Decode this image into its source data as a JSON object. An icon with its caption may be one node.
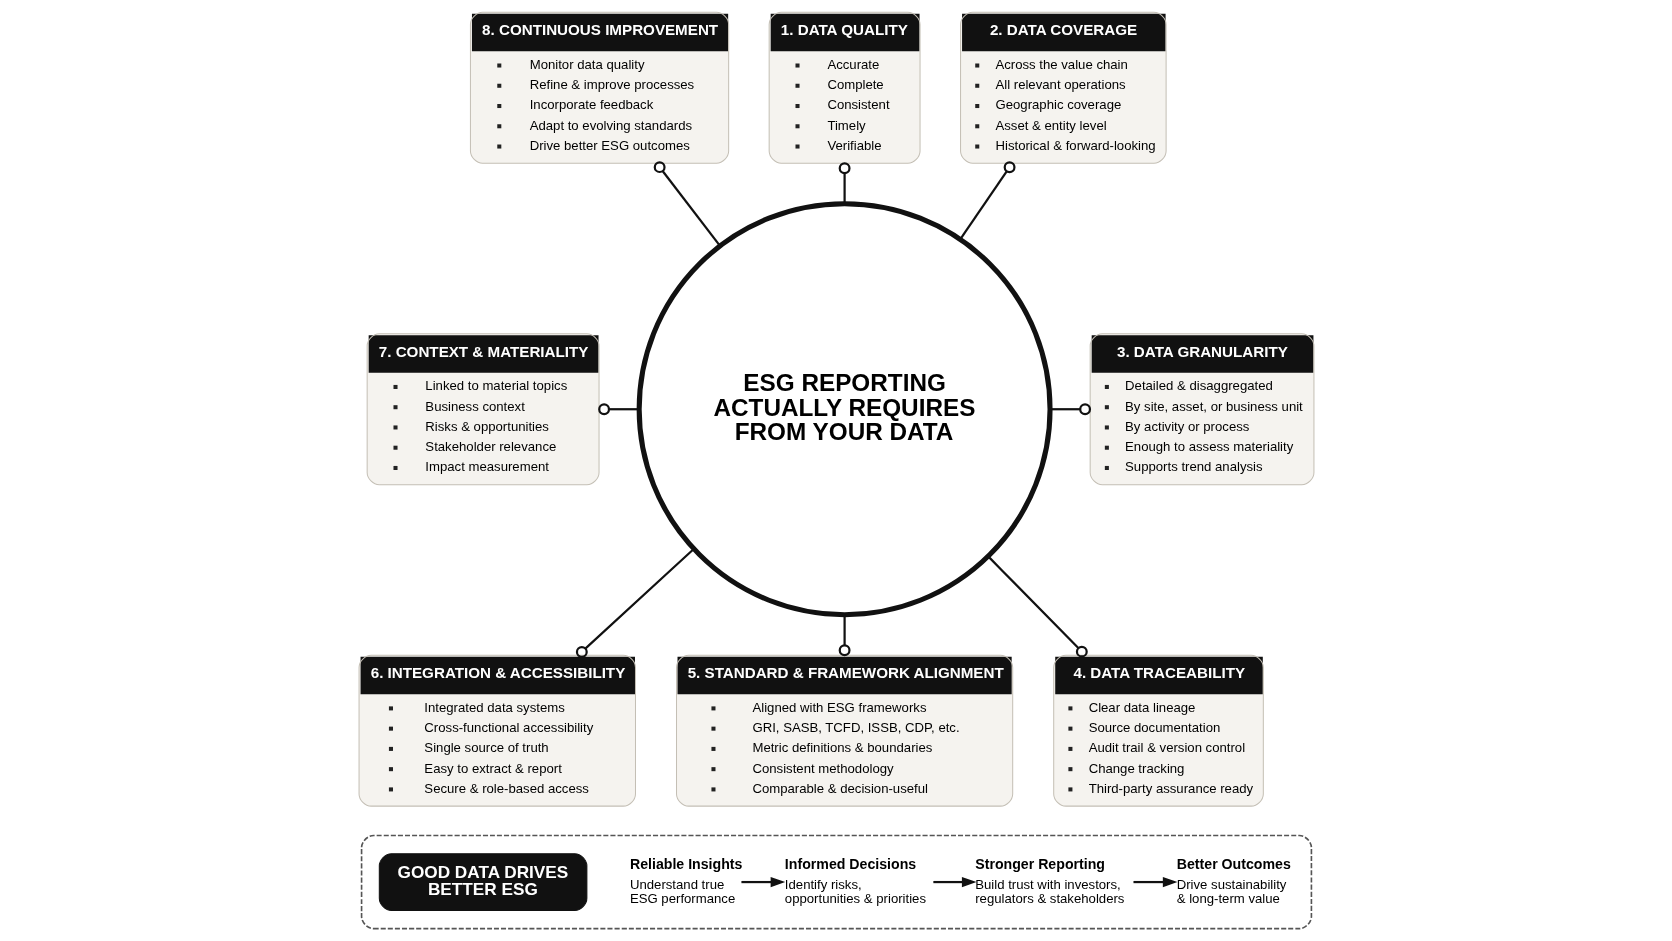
{
  "diagram": {
    "nodes": [
      {
        "text": [
          "ESG REPORTING ACTUALLY REQUIRES FROM YOUR DATA"
        ]
      },
      {
        "text": [
          "1. DATA QUALITY",
          "Accurate",
          "Complete",
          "Consistent",
          "Timely",
          "Verifiable"
        ]
      },
      {
        "text": [
          "2. DATA COVERAGE",
          "Across the value chain",
          "All relevant operations",
          "Geographic coverage",
          "Asset & entity level",
          "Historical & forward-looking"
        ]
      },
      {
        "text": [
          "3. DATA GRANULARITY",
          "Detailed & disaggregated",
          "By site, asset, or business unit",
          "By activity or process",
          "Enough to assess materiality",
          "Supports trend analysis"
        ]
      },
      {
        "text": [
          "4. DATA TRACEABILITY",
          "Clear data lineage",
          "Source documentation",
          "Audit trail & version control",
          "Change tracking",
          "Third-party assurance ready"
        ]
      },
      {
        "text": [
          "5. STANDARD & FRAMEWORK ALIGNMENT",
          "Aligned with ESG frameworks",
          "GRI, SASB, TCFD, ISSB, CDP, etc.",
          "Metric definitions & boundaries",
          "Consistent methodology",
          "Comparable & decision-useful"
        ]
      },
      {
        "text": [
          "6. INTEGRATION & ACCESSIBILITY",
          "Integrated data systems",
          "Cross-functional accessibility",
          "Single source of truth",
          "Easy to extract & report",
          "Secure & role-based access"
        ]
      },
      {
        "text": [
          "7. CONTEXT & MATERIALITY",
          "Linked to material topics",
          "Business context",
          "Risks & opportunities",
          "Stakeholder relevance",
          "Impact measurement"
        ]
      },
      {
        "text": [
          "8. CONTINUOUS IMPROVEMENT",
          "Monitor data quality",
          "Refine & improve processes",
          "Incorporate feedback",
          "Adapt to evolving standards",
          "Drive better ESG outcomes"
        ]
      },
      {
        "text": [],
        "shape": "box"
      },
      {
        "text": [
          "GOOD DATA DRIVES BETTER ESG"
        ],
        "in": 9
      },
      {
        "text": [
          "Reliable Insights",
          "Understand true ESG performance"
        ],
        "in": 9
      },
      {
        "text": [
          "Informed Decisions",
          "Identify risks, opportunities & priorities"
        ],
        "in": 9
      },
      {
        "text": [
          "Stronger Reporting",
          "Build trust with investors, regulators & stakeholders"
        ],
        "in": 9
      },
      {
        "text": [
          "Better Outcomes",
          "Drive sustainability & long-term value"
        ],
        "in": 9
      }
    ],
    "edges": [
      {
        "from": 8,
        "to": 0,
        "arrow": "other"
      },
      {
        "from": 1,
        "to": 0,
        "arrow": "other"
      },
      {
        "from": 2,
        "to": 0,
        "arrow": "other"
      },
      {
        "from": 7,
        "to": 0,
        "arrow": "other"
      },
      {
        "from": 0,
        "to": 3,
        "arrow": "other"
      },
      {
        "from": 0,
        "to": 6,
        "arrow": "other"
      },
      {
        "from": 0,
        "to": 5,
        "arrow": "other"
      },
      {
        "from": 0,
        "to": 4,
        "arrow": "other"
      },
      {
        "from": 11,
        "to": 12,
        "arrow": "to"
      },
      {
        "from": 12,
        "to": 13,
        "arrow": "to"
      },
      {
        "from": 13,
        "to": 14,
        "arrow": "to"
      }
    ]
  }
}
